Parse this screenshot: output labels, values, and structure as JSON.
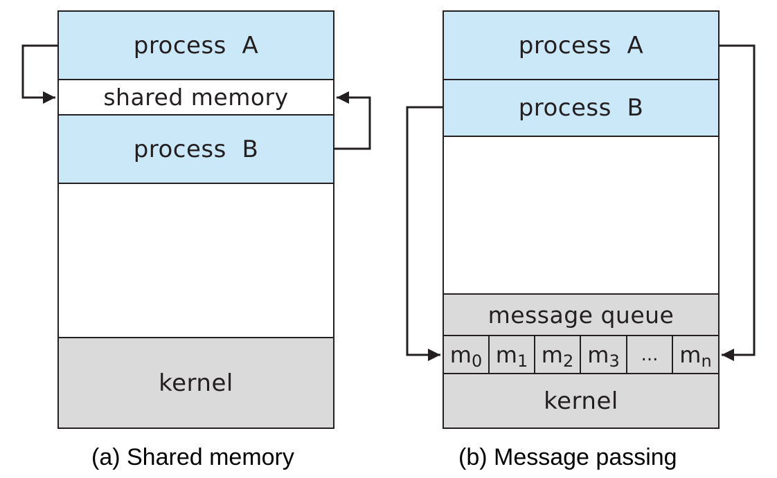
{
  "diagram_a": {
    "process_a": "process  A",
    "shared_memory": "shared memory",
    "process_b": "process  B",
    "kernel": "kernel",
    "caption": "(a) Shared memory"
  },
  "diagram_b": {
    "process_a": "process  A",
    "process_b": "process  B",
    "message_queue": "message queue",
    "kernel": "kernel",
    "caption": "(b) Message passing",
    "messages": [
      {
        "base": "m",
        "sub": "0"
      },
      {
        "base": "m",
        "sub": "1"
      },
      {
        "base": "m",
        "sub": "2"
      },
      {
        "base": "m",
        "sub": "3"
      },
      {
        "base": "...",
        "sub": ""
      },
      {
        "base": "m",
        "sub": "n"
      }
    ]
  },
  "colors": {
    "process_fill": "#cbe8f8",
    "kernel_fill": "#dadada",
    "line": "#231f20"
  }
}
